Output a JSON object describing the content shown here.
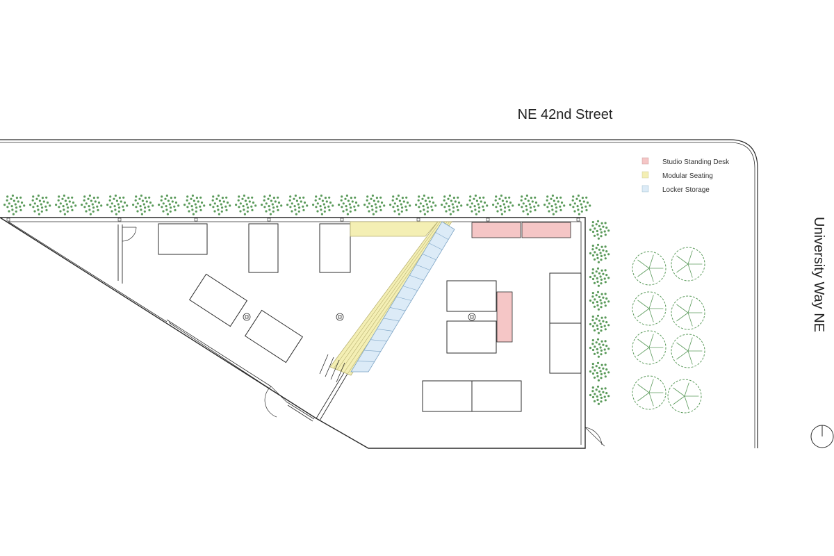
{
  "labels": {
    "north_street": "NE 42nd Street",
    "east_street": "University Way NE"
  },
  "legend": [
    {
      "label": "Studio Standing Desk",
      "color": "#f5c6c6"
    },
    {
      "label": "Modular Seating",
      "color": "#f4efb4"
    },
    {
      "label": "Locker Storage",
      "color": "#dcebf7"
    }
  ],
  "colors": {
    "line": "#2b2b2b",
    "tree": "#5a9a5a",
    "desk": "#f5c6c6",
    "seating": "#f4efb4",
    "locker": "#dcebf7"
  },
  "icons": {
    "north_arrow": "north-arrow-icon",
    "shrub": "shrub-icon",
    "tree": "tree-icon",
    "column": "column-icon",
    "door": "door-swing-icon"
  }
}
